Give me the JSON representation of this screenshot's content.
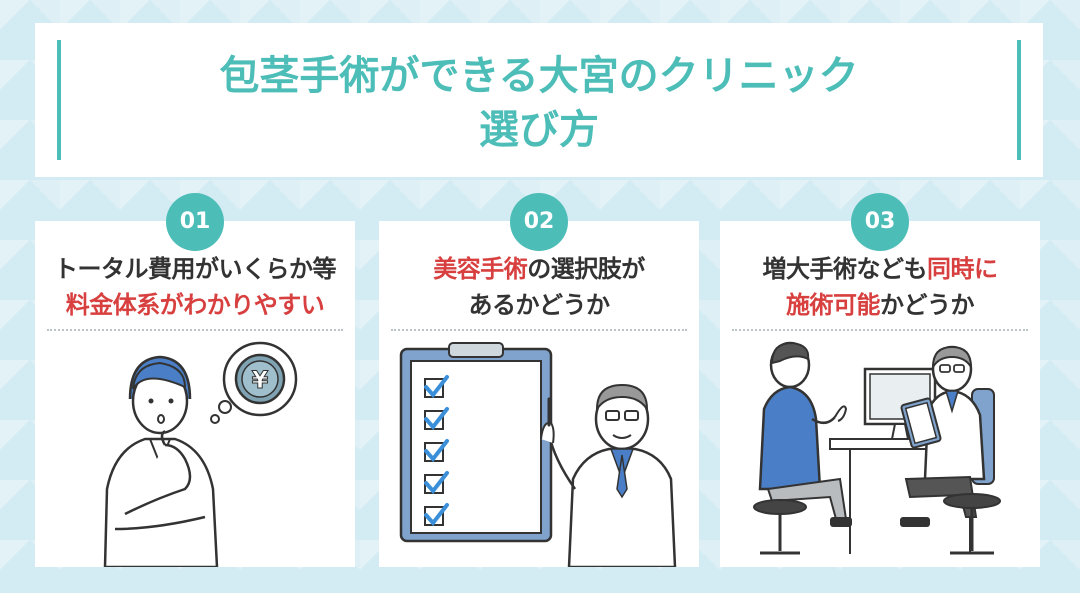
{
  "title": {
    "line1": "包茎手術ができる大宮のクリニック",
    "line2": "選び方"
  },
  "cards": [
    {
      "number": "01",
      "line1": "トータル費用がいくらか等",
      "line2_hl": "料金体系がわかりやすい",
      "illustration": "thinking-man-with-yen-coin"
    },
    {
      "number": "02",
      "line1_hl": "美容手術",
      "line1_rest": "の選択肢が",
      "line2": "あるかどうか",
      "illustration": "doctor-with-checklist-clipboard"
    },
    {
      "number": "03",
      "line1_pre": "増大手術なども",
      "line1_hl": "同時に",
      "line2_hl": "施術可能",
      "line2_rest": "かどうか",
      "illustration": "patient-consulting-doctor"
    }
  ],
  "colors": {
    "accent": "#4dbdb8",
    "highlight": "#d84040",
    "background": "#d3ebf2"
  }
}
